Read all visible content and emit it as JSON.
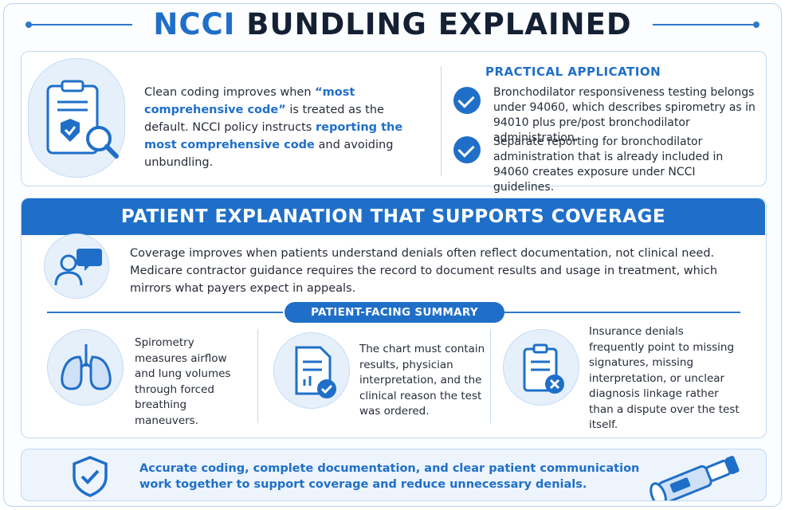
{
  "title": {
    "accent": "NCCI",
    "rest": "BUNDLING EXPLAINED"
  },
  "coding": {
    "seg1": "Clean coding improves when ",
    "hl1": "“most comprehensive code”",
    "seg2": " is treated as the default. NCCI policy instructs ",
    "hl2": "reporting the most comprehensive code",
    "seg3": " and avoiding unbundling."
  },
  "practical": {
    "heading": "PRACTICAL APPLICATION",
    "items": [
      "Bronchodilator responsiveness testing belongs under 94060, which describes spirometry as in 94010 plus pre/post bronchodilator administration.",
      "Separate reporting for bronchodilator administration that is already included in 94060 creates exposure under NCCI guidelines."
    ]
  },
  "patient": {
    "banner": "PATIENT EXPLANATION THAT SUPPORTS COVERAGE",
    "paragraph": "Coverage improves when patients understand denials often reflect documentation, not clinical need. Medicare contractor guidance requires the record to document results and usage in treatment, which mirrors what payers expect in appeals.",
    "summary_label": "PATIENT-FACING SUMMARY",
    "summary": [
      "Spirometry measures airflow and lung volumes through forced breathing maneuvers.",
      "The chart must contain results, physician interpretation, and the clinical reason the test was ordered.",
      "Insurance denials frequently point to missing signatures, missing interpretation, or unclear diagnosis linkage rather than a dispute over the test itself."
    ]
  },
  "footer": {
    "text": "Accurate coding, complete documentation, and clear patient communication work together to support coverage and reduce unnecessary denials."
  },
  "colors": {
    "primary": "#1f6fc8",
    "dark_text": "#142033",
    "icon_bg": "#e6f0fb",
    "footer_bg": "#edf4fc"
  },
  "icons": [
    "clipboard-shield-icon",
    "magnifier-icon",
    "check-circle-icon",
    "person-chat-icon",
    "lungs-icon",
    "document-check-icon",
    "clipboard-x-icon",
    "shield-check-icon",
    "spirometer-icon"
  ]
}
